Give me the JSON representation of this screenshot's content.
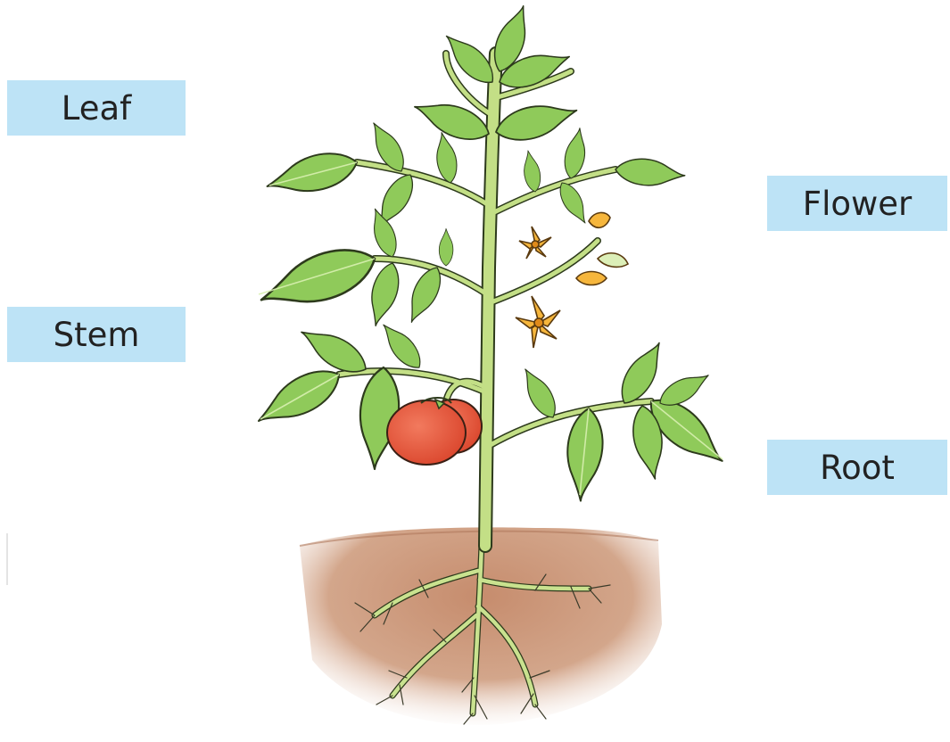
{
  "labels": {
    "leaf": "Leaf",
    "stem": "Stem",
    "flower": "Flower",
    "root": "Root"
  },
  "colors": {
    "label_background": "#bde3f6",
    "leaf_fill": "#8fca5a",
    "leaf_vein": "#d8efb0",
    "stem": "#b8d97a",
    "fruit": "#e8553a",
    "flower": "#f6b63c",
    "soil": "#c9957a",
    "outline": "#2d3a1c"
  }
}
